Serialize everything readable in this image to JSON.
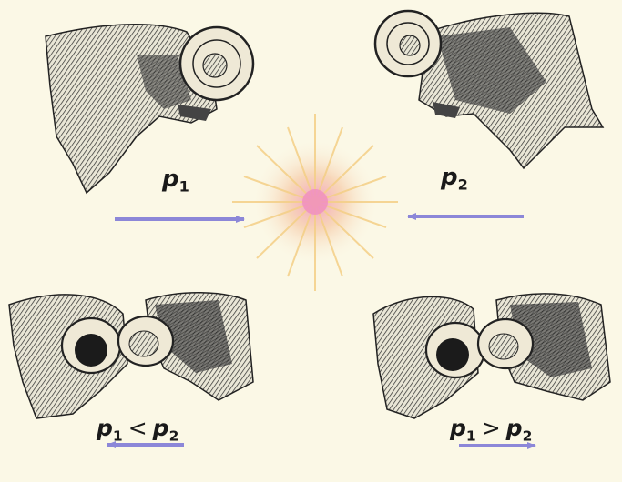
{
  "labels": {
    "p1": {
      "sym": "p",
      "sub": "1"
    },
    "p2": {
      "sym": "p",
      "sub": "2"
    },
    "lt": {
      "left_sym": "p",
      "left_sub": "1",
      "op": "<",
      "right_sym": "p",
      "right_sub": "2"
    },
    "gt": {
      "left_sym": "p",
      "left_sub": "1",
      "op": ">",
      "right_sym": "p",
      "right_sub": "2"
    }
  },
  "colors": {
    "background": "#fbf8e6",
    "arrow": "#8c87d8",
    "star_center": "#f0a0c8",
    "star_ray": "#f6d08a",
    "ink": "#1a1a1a",
    "horn": "#efe9d6"
  },
  "arrows": {
    "top_left": "right",
    "top_right": "left",
    "bottom_left": "left",
    "bottom_right": "right"
  },
  "illustrations": [
    {
      "name": "ram-top-left-icon",
      "facing": "right"
    },
    {
      "name": "ram-top-right-icon",
      "facing": "left"
    },
    {
      "name": "rams-collision-left-icon"
    },
    {
      "name": "rams-collision-right-icon"
    }
  ],
  "center_burst": "collision-star-icon"
}
